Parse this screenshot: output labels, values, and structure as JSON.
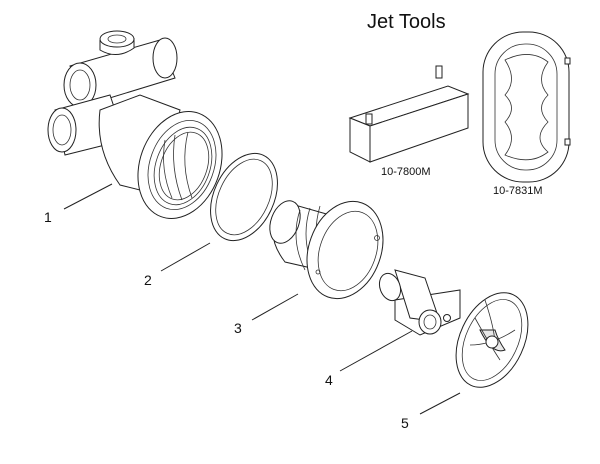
{
  "title": "Jet Tools",
  "callouts": [
    "1",
    "2",
    "3",
    "4",
    "5"
  ],
  "tools": [
    {
      "part_number": "10-7800M"
    },
    {
      "part_number": "10-7831M"
    }
  ]
}
